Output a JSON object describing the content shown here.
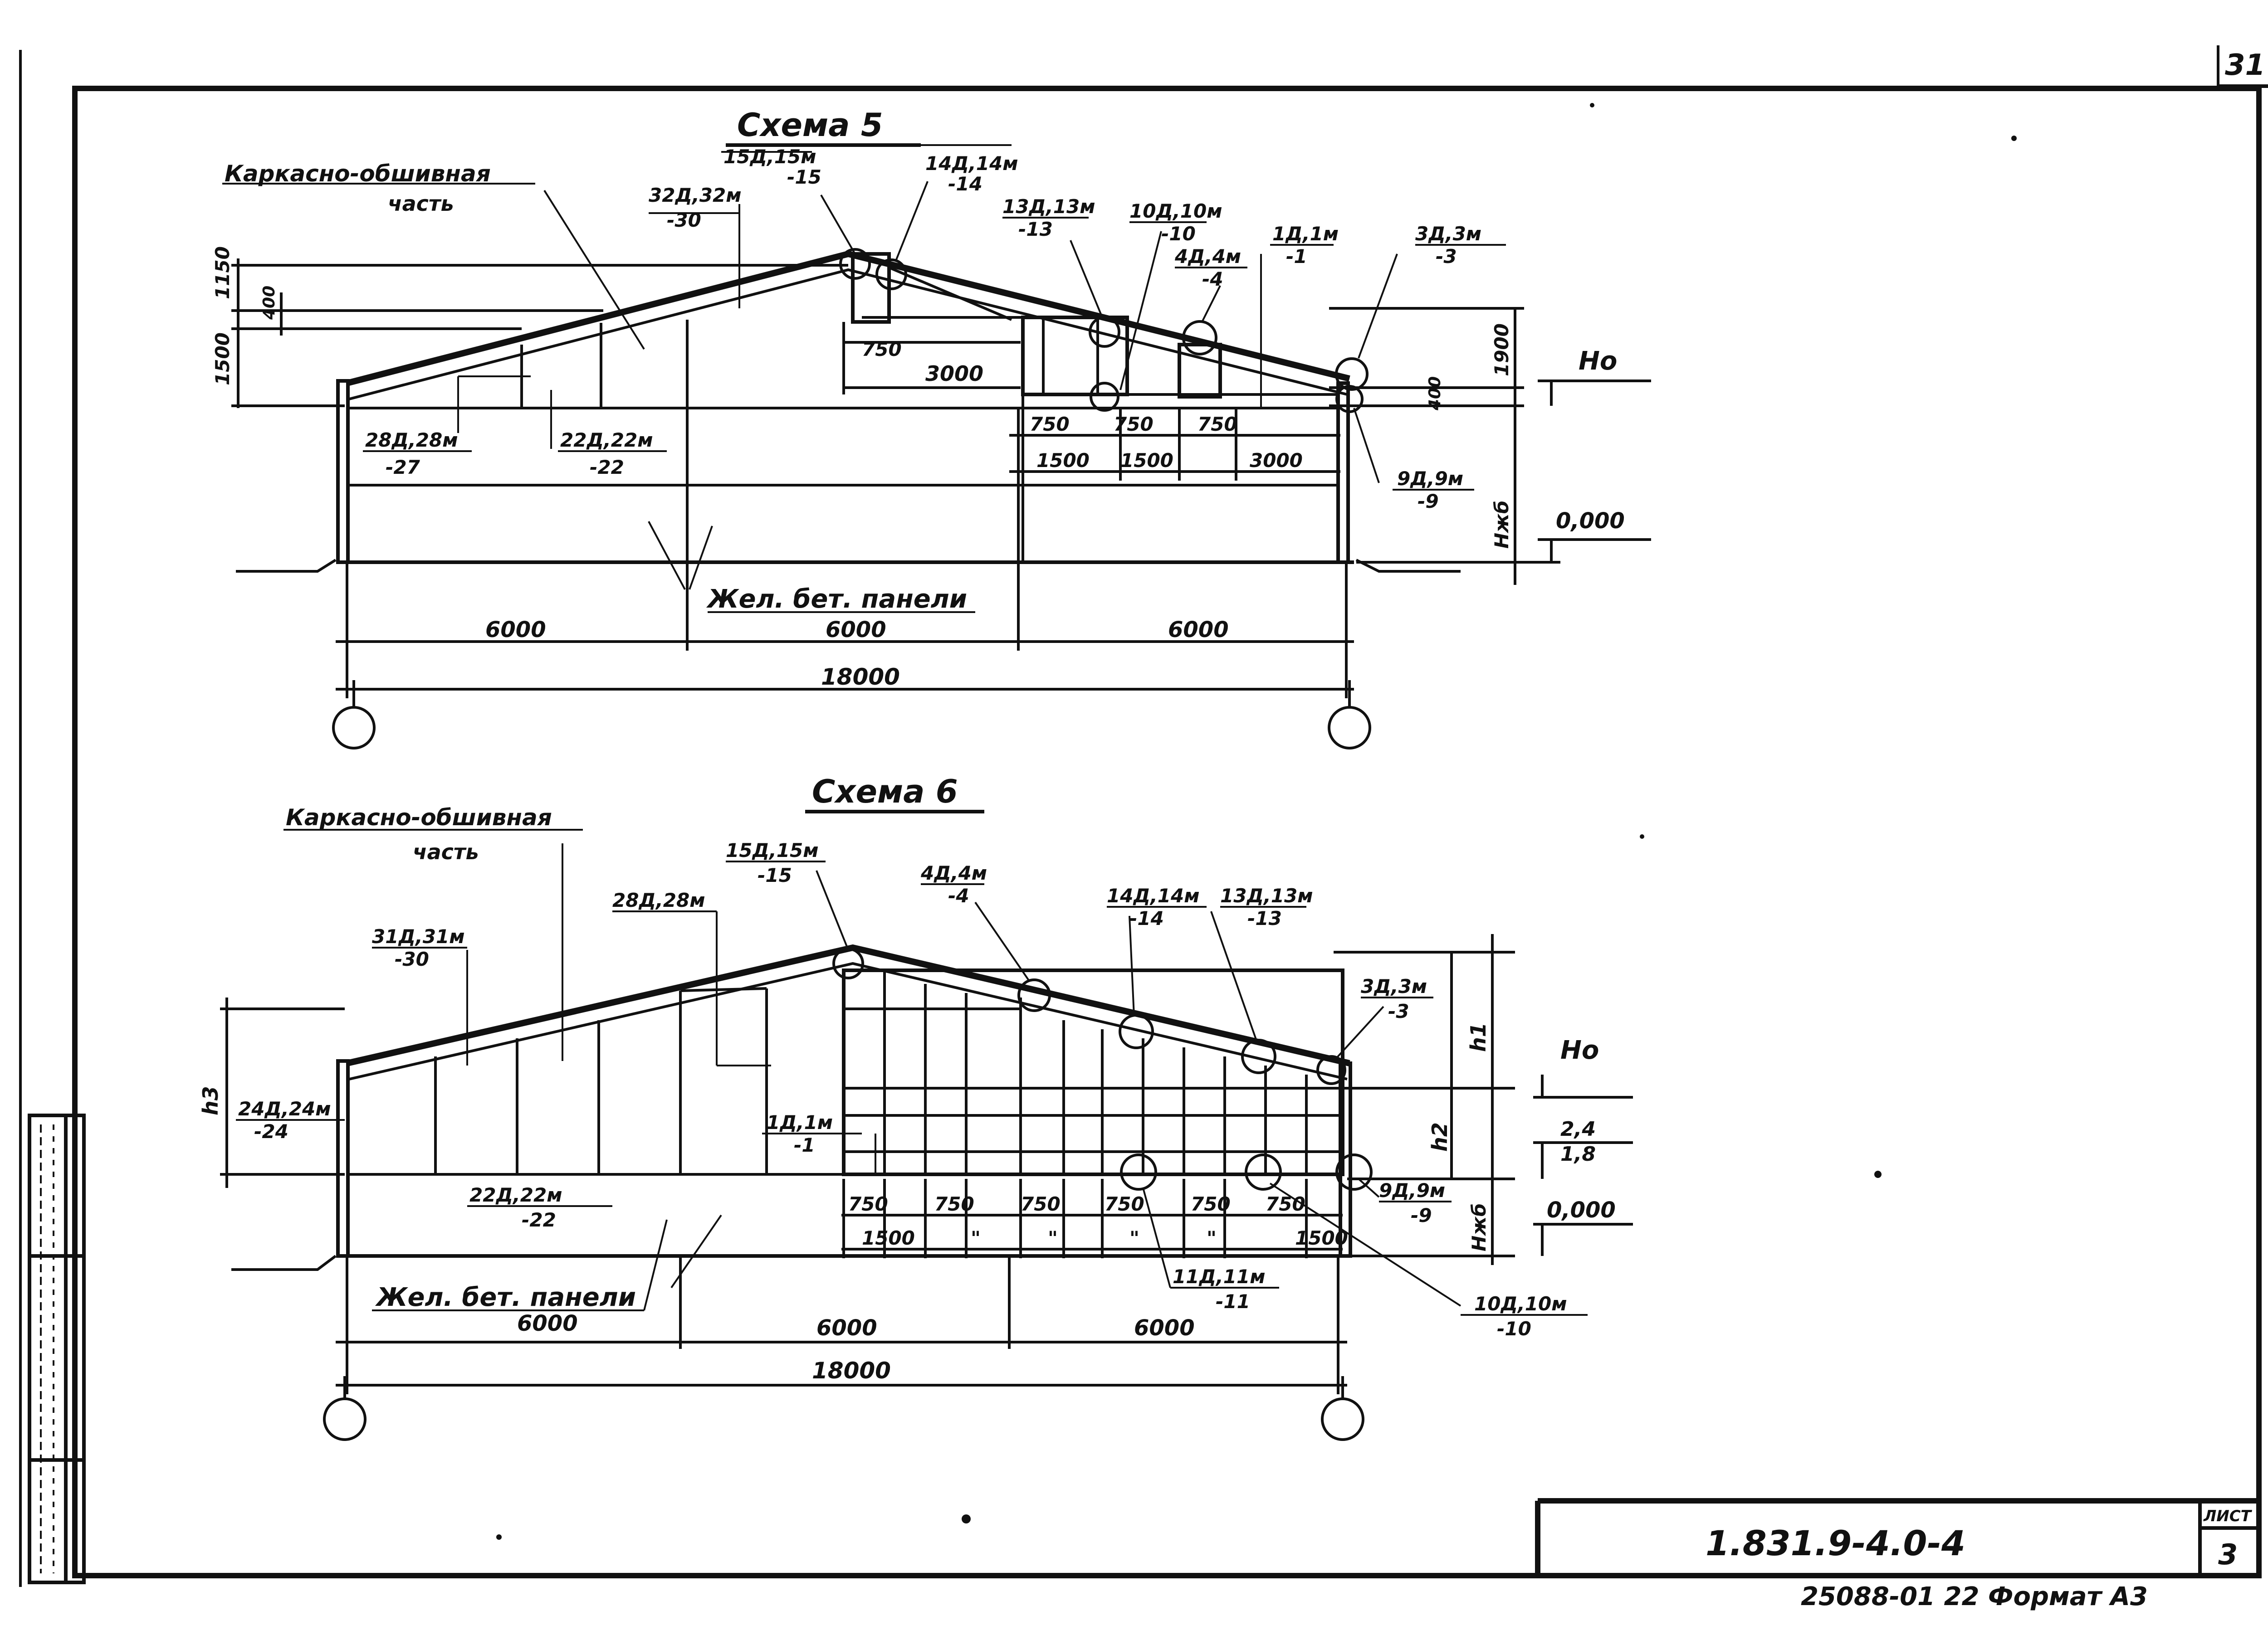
{
  "sheet": {
    "page_number": "31",
    "doc_code": "1.831.9-4.0-4",
    "list_label": "ЛИСТ",
    "list_number": "3",
    "bottom_line": "25088-01   22   Формат А3"
  },
  "scheme5": {
    "title": "Схема 5",
    "frame_part": "Каркасно-обшивная",
    "frame_part2": "часть",
    "panels": "Жел. бет. панели",
    "dim_1150": "1150",
    "dim_400_left": "400",
    "dim_1500": "1500",
    "dim_750": "750",
    "dim_3000": "3000",
    "dim_1900": "1900",
    "dim_400_right": "400",
    "bottom_750_a": "750",
    "bottom_750_b": "750",
    "bottom_750_c": "750",
    "bottom_1500_a": "1500",
    "bottom_1500_b": "1500",
    "bottom_3000": "3000",
    "span_a": "6000",
    "span_b": "6000",
    "span_c": "6000",
    "total": "18000",
    "level_top": "Но",
    "level_zero": "0,000",
    "h_label": "Нжб",
    "marks": {
      "m15": "15Д,15м",
      "m15s": "-15",
      "m14": "14Д,14м",
      "m14s": "-14",
      "m32": "32Д,32м",
      "m32s": "-30",
      "m13": "13Д,13м",
      "m13s": "-13",
      "m10": "10Д,10м",
      "m10s": "-10",
      "m4": "4Д,4м",
      "m4s": "-4",
      "m1": "1Д,1м",
      "m1s": "-1",
      "m3": "3Д,3м",
      "m3s": "-3",
      "m28": "28Д,28м",
      "m28s": "-27",
      "m22": "22Д,22м",
      "m22s": "-22",
      "m9": "9Д,9м",
      "m9s": "-9"
    }
  },
  "scheme6": {
    "title": "Схема 6",
    "frame_part": "Каркасно-обшивная",
    "frame_part2": "часть",
    "panels": "Жел. бет. панели",
    "panels_dim": "6000",
    "dim_750_1": "750",
    "dim_750_2": "750",
    "dim_750_3": "750",
    "dim_750_4": "750",
    "dim_750_5": "750",
    "dim_750_6": "750",
    "dim_1500_a": "1500",
    "dim_1500_b": "1500",
    "ditto_1": "\"",
    "ditto_2": "\"",
    "ditto_3": "\"",
    "ditto_4": "\"",
    "span_a": "6000",
    "span_b": "6000",
    "total": "18000",
    "h1": "h1",
    "h2": "h2",
    "h3": "h3",
    "level_top": "Но",
    "level_mid_a": "2,4",
    "level_mid_b": "1,8",
    "level_zero": "0,000",
    "h_label": "Нжб",
    "marks": {
      "m15": "15Д,15м",
      "m15s": "-15",
      "m4": "4Д,4м",
      "m4s": "-4",
      "m14": "14Д,14м",
      "m14s": "-14",
      "m13": "13Д,13м",
      "m13s": "-13",
      "m31": "31Д,31м",
      "m31s": "-30",
      "m28": "28Д,28м",
      "m3": "3Д,3м",
      "m3s": "-3",
      "m24": "24Д,24м",
      "m24s": "-24",
      "m1": "1Д,1м",
      "m1s": "-1",
      "m22": "22Д,22м",
      "m22s": "-22",
      "m9": "9Д,9м",
      "m9s": "-9",
      "m11": "11Д,11м",
      "m11s": "-11",
      "m10": "10Д,10м",
      "m10s": "-10"
    }
  }
}
